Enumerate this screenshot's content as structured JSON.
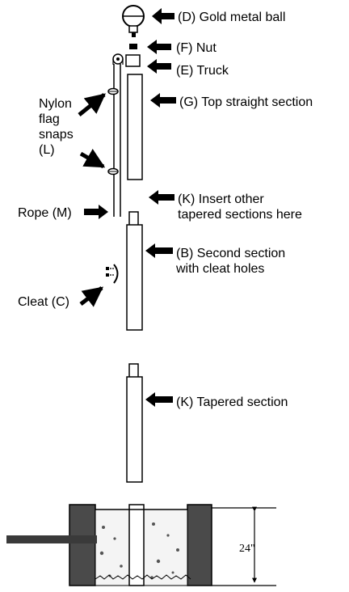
{
  "labels": {
    "gold_ball": "(D) Gold metal ball",
    "nut": "(F) Nut",
    "truck": "(E) Truck",
    "top_section": "(G) Top straight section",
    "nylon_line1": "Nylon",
    "nylon_line2": "flag",
    "nylon_line3": "snaps",
    "nylon_line4": "(L)",
    "insert_line1": "(K) Insert other",
    "insert_line2": "tapered sections here",
    "rope": "Rope (M)",
    "second_line1": "(B) Second section",
    "second_line2": "with cleat holes",
    "cleat": "Cleat (C)",
    "tapered": "(K) Tapered section",
    "depth": "24\""
  }
}
